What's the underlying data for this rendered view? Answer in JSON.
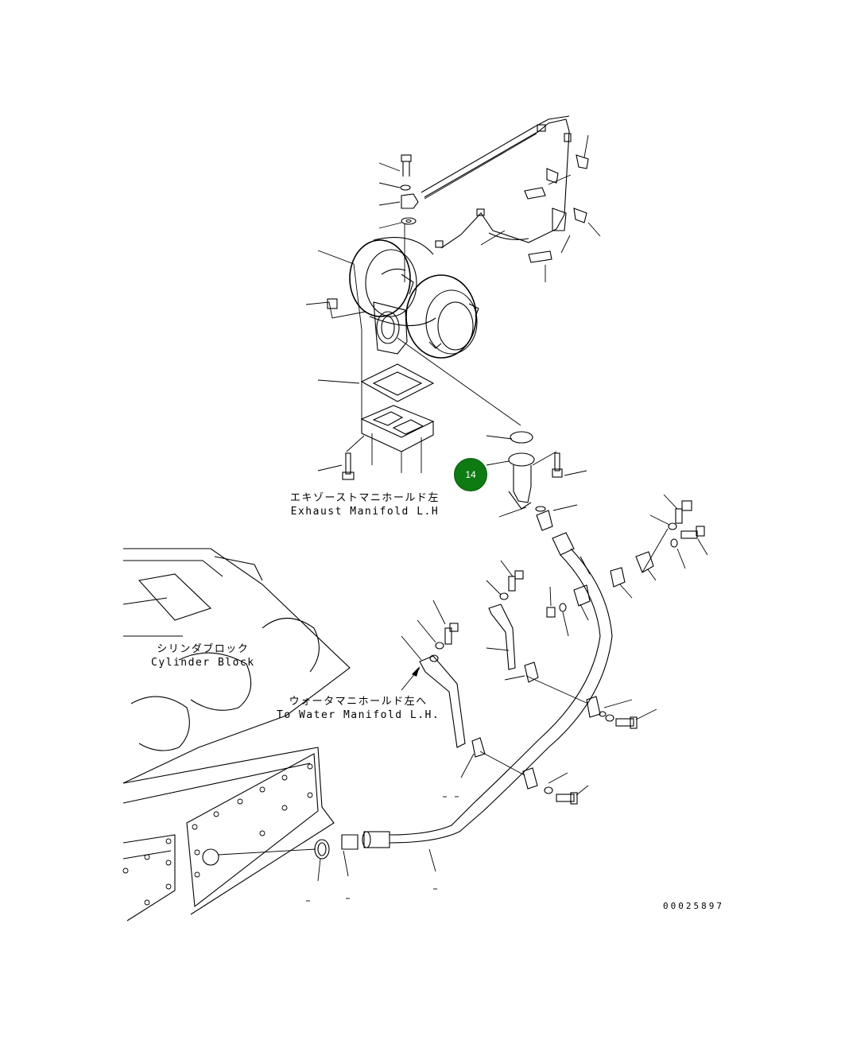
{
  "labels": {
    "exhaust_manifold": {
      "jp": "エキゾーストマニホールド左",
      "en": "Exhaust Manifold L.H"
    },
    "cylinder_block": {
      "jp": "シリンダブロック",
      "en": "Cylinder Block"
    },
    "water_manifold": {
      "jp": "ウォータマニホールド左へ",
      "en": "To Water Manifold L.H."
    }
  },
  "callouts": [
    {
      "number": "14",
      "color": "#0e7a12"
    }
  ],
  "document_number": "00025897"
}
